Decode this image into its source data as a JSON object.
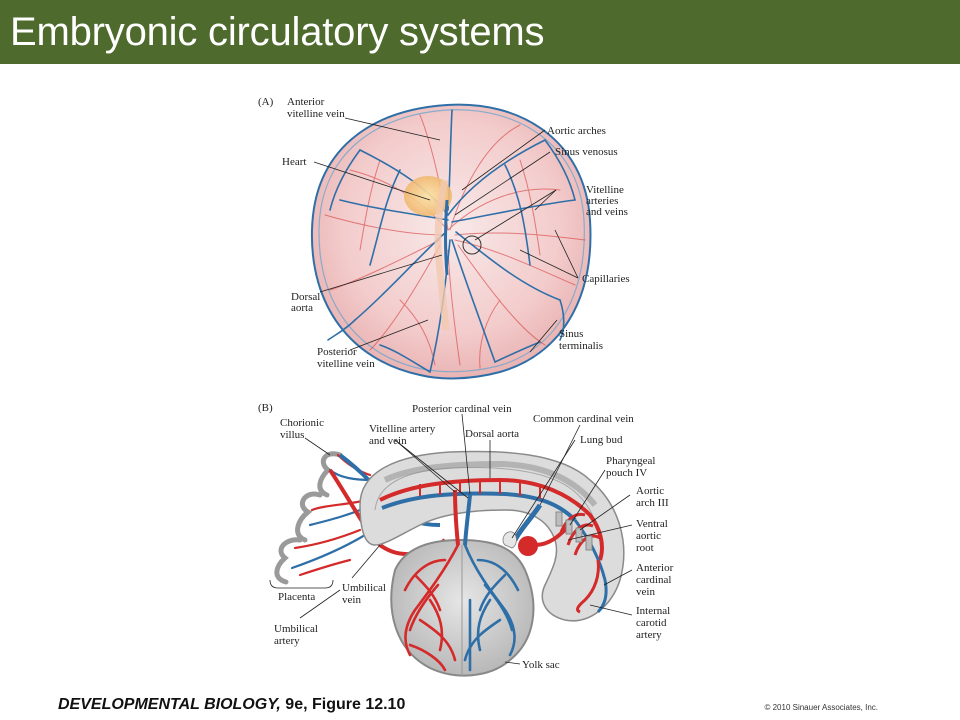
{
  "header": {
    "title": "Embryonic circulatory systems"
  },
  "panel_a": {
    "letter": "(A)",
    "labels": {
      "anterior_vitelline_vein": [
        "Anterior",
        "vitelline vein"
      ],
      "aortic_arches": [
        "Aortic arches"
      ],
      "heart": [
        "Heart"
      ],
      "sinus_venosus": [
        "Sinus venosus"
      ],
      "vitelline_arteries_veins": [
        "Vitelline",
        "arteries",
        "and veins"
      ],
      "capillaries": [
        "Capillaries"
      ],
      "dorsal_aorta": [
        "Dorsal",
        "aorta"
      ],
      "sinus_terminalis": [
        "Sinus",
        "terminalis"
      ],
      "posterior_vitelline_vein": [
        "Posterior",
        "vitelline vein"
      ]
    }
  },
  "panel_b": {
    "letter": "(B)",
    "labels": {
      "chorionic_villus": [
        "Chorionic",
        "villus"
      ],
      "vitelline_artery_vein": [
        "Vitelline artery",
        "and vein"
      ],
      "posterior_cardinal_vein": [
        "Posterior cardinal vein"
      ],
      "dorsal_aorta": [
        "Dorsal aorta"
      ],
      "common_cardinal_vein": [
        "Common cardinal vein"
      ],
      "lung_bud": [
        "Lung bud"
      ],
      "pharyngeal_pouch": [
        "Pharyngeal",
        "pouch IV"
      ],
      "aortic_arch_iii": [
        "Aortic",
        "arch III"
      ],
      "ventral_aortic_root": [
        "Ventral",
        "aortic",
        "root"
      ],
      "anterior_cardinal_vein": [
        "Anterior",
        "cardinal",
        "vein"
      ],
      "internal_carotid_artery": [
        "Internal",
        "carotid",
        "artery"
      ],
      "placenta": [
        "Placenta"
      ],
      "umbilical_vein": [
        "Umbilical",
        "vein"
      ],
      "umbilical_artery": [
        "Umbilical",
        "artery"
      ],
      "yolk_sac": [
        "Yolk sac"
      ]
    }
  },
  "footer": {
    "book": "DEVELOPMENTAL BIOLOGY,",
    "figure": " 9e, Figure 12.10",
    "copyright": "© 2010 Sinauer Associates, Inc."
  },
  "colors": {
    "title_bar": "#4e6a2c",
    "artery": "#d42a2a",
    "vein": "#2f6fa8",
    "tissue": "#f4d6d6"
  }
}
